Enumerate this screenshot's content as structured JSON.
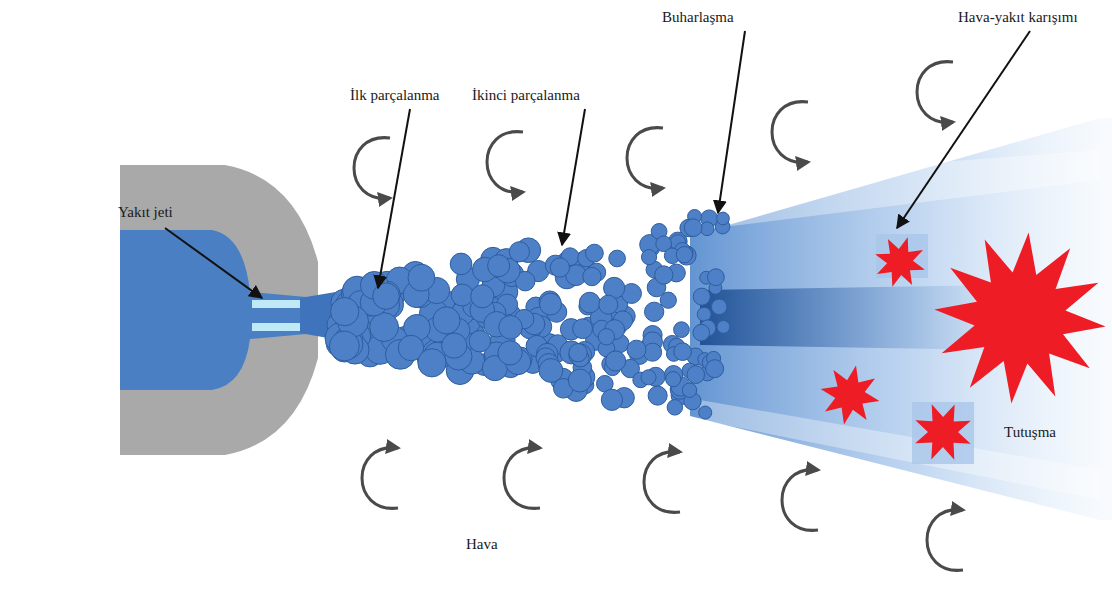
{
  "diagram": {
    "labels": [
      "Yakıt jeti",
      "İlk parçalanma",
      "İkinci parçalanma",
      "Buharlaşma",
      "Hava-yakıt karışımı",
      "Tutuşma",
      "Hava"
    ]
  }
}
